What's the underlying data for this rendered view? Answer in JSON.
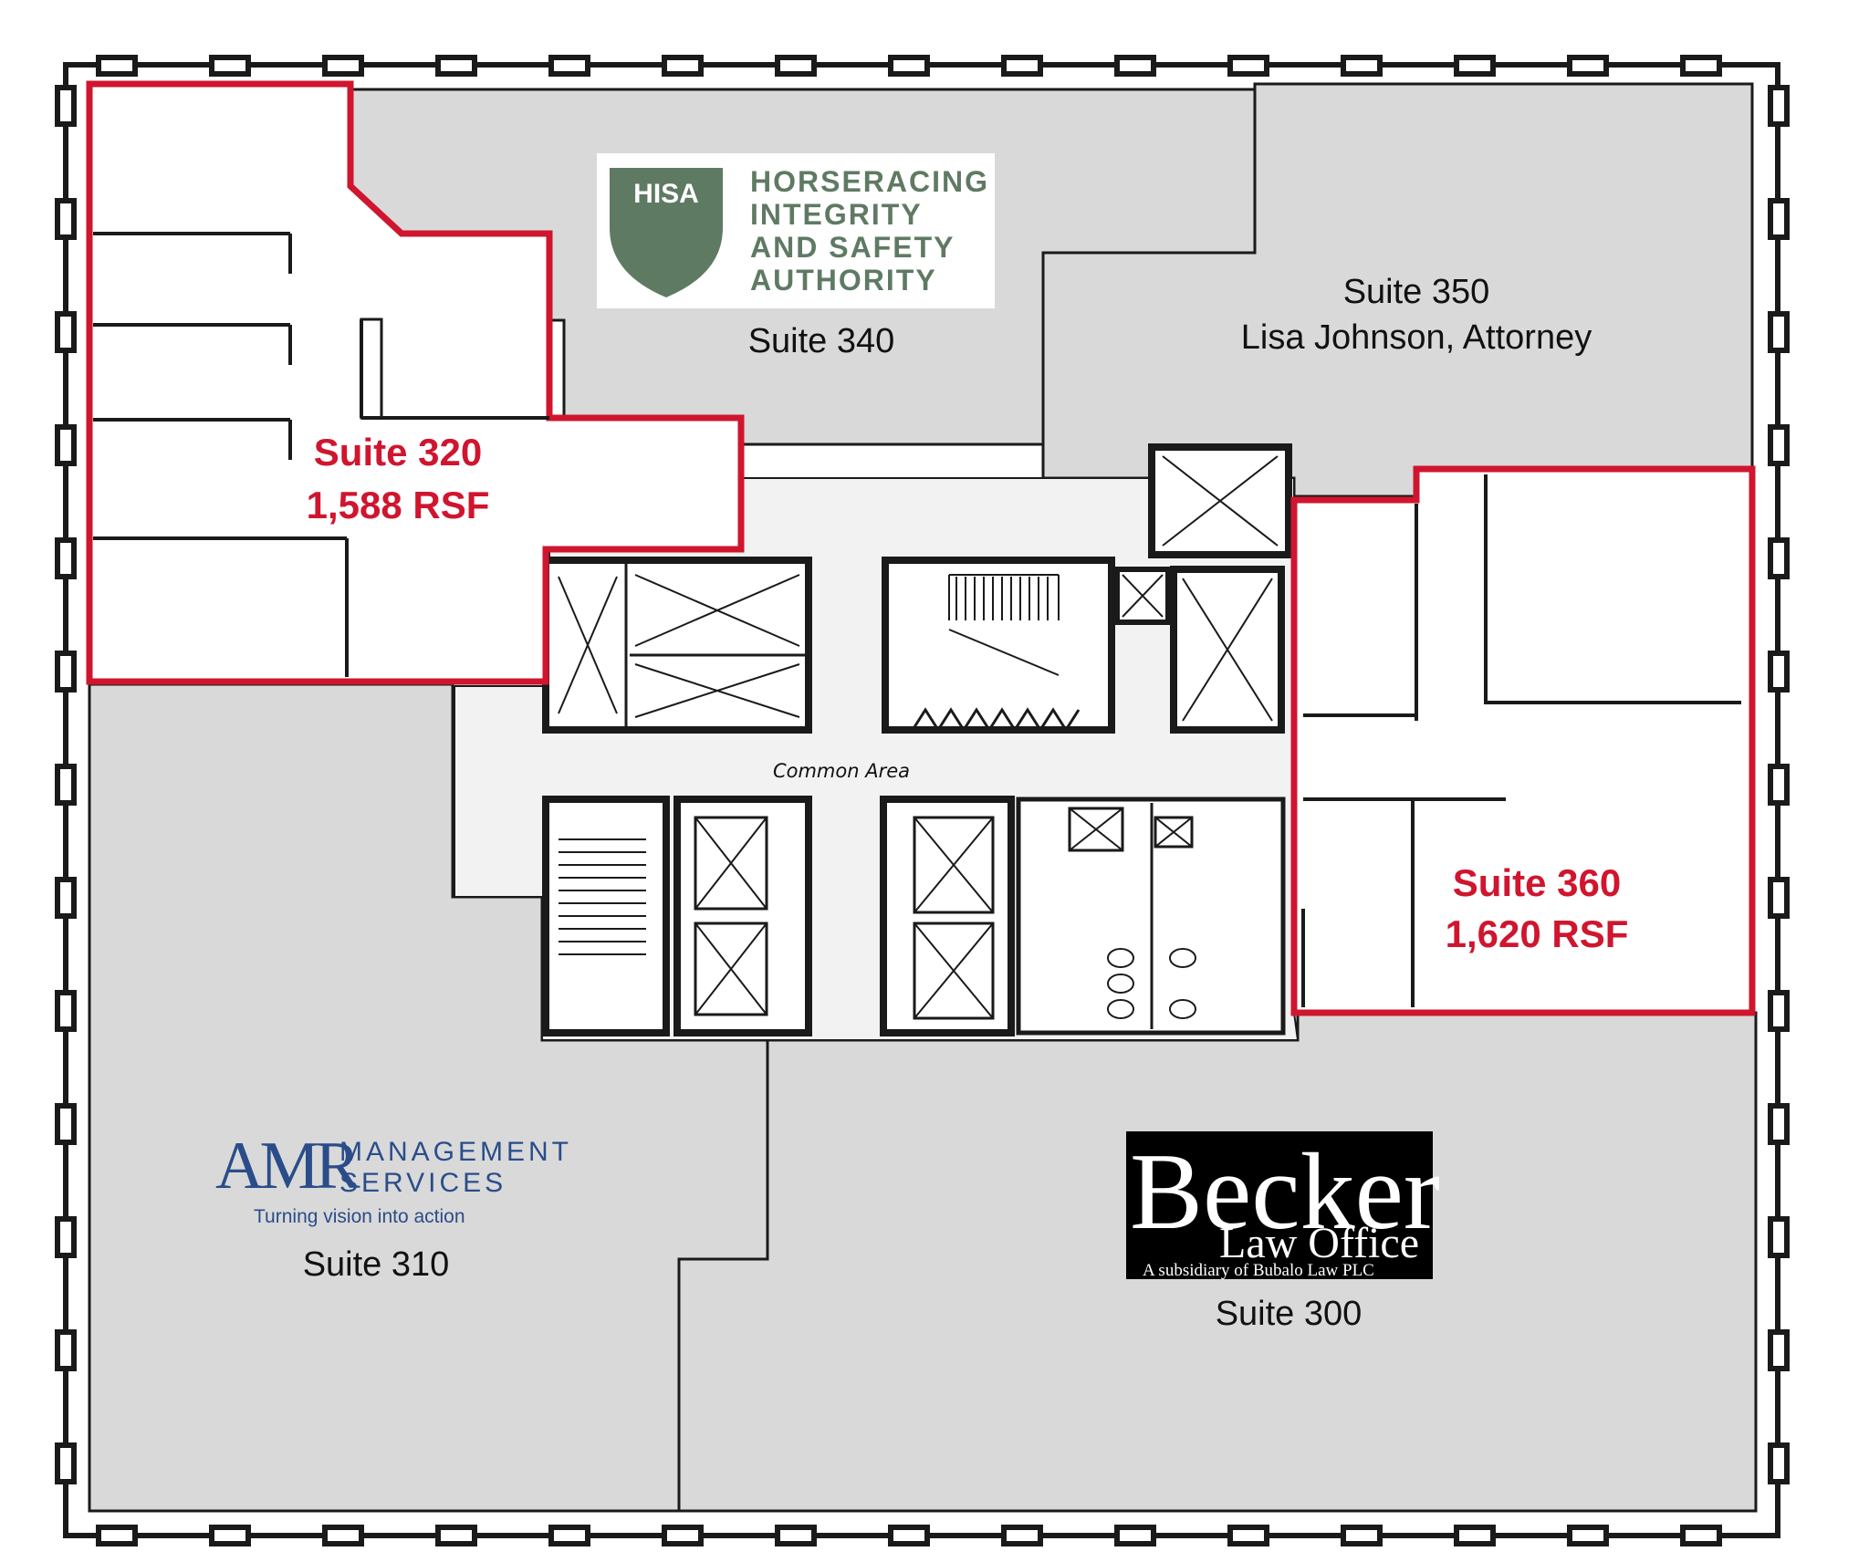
{
  "suites": {
    "s300": {
      "name": "Suite 300"
    },
    "s310": {
      "name": "Suite 310"
    },
    "s320": {
      "name": "Suite 320",
      "area": "1,588 RSF"
    },
    "s340": {
      "name": "Suite 340"
    },
    "s350": {
      "name": "Suite 350",
      "tenant": "Lisa Johnson, Attorney"
    },
    "s360": {
      "name": "Suite 360",
      "area": "1,620 RSF"
    }
  },
  "common_area": {
    "label": "Common Area"
  },
  "logos": {
    "hisa": {
      "badge": "HISA",
      "lines": [
        "HORSERACING",
        "INTEGRITY",
        "AND SAFETY",
        "AUTHORITY"
      ]
    },
    "amr": {
      "mark": "AMR",
      "line1": "MANAGEMENT",
      "line2": "SERVICES",
      "tagline": "Turning vision into action"
    },
    "becker": {
      "line1": "Becker",
      "line2": "Law Office",
      "line3": "A subsidiary of Bubalo Law PLC"
    }
  },
  "colors": {
    "leased_fill": "#d9d9d9",
    "available_outline": "#d0152f",
    "wall": "#1a1a1a",
    "core_fill": "#f2f2f2"
  }
}
